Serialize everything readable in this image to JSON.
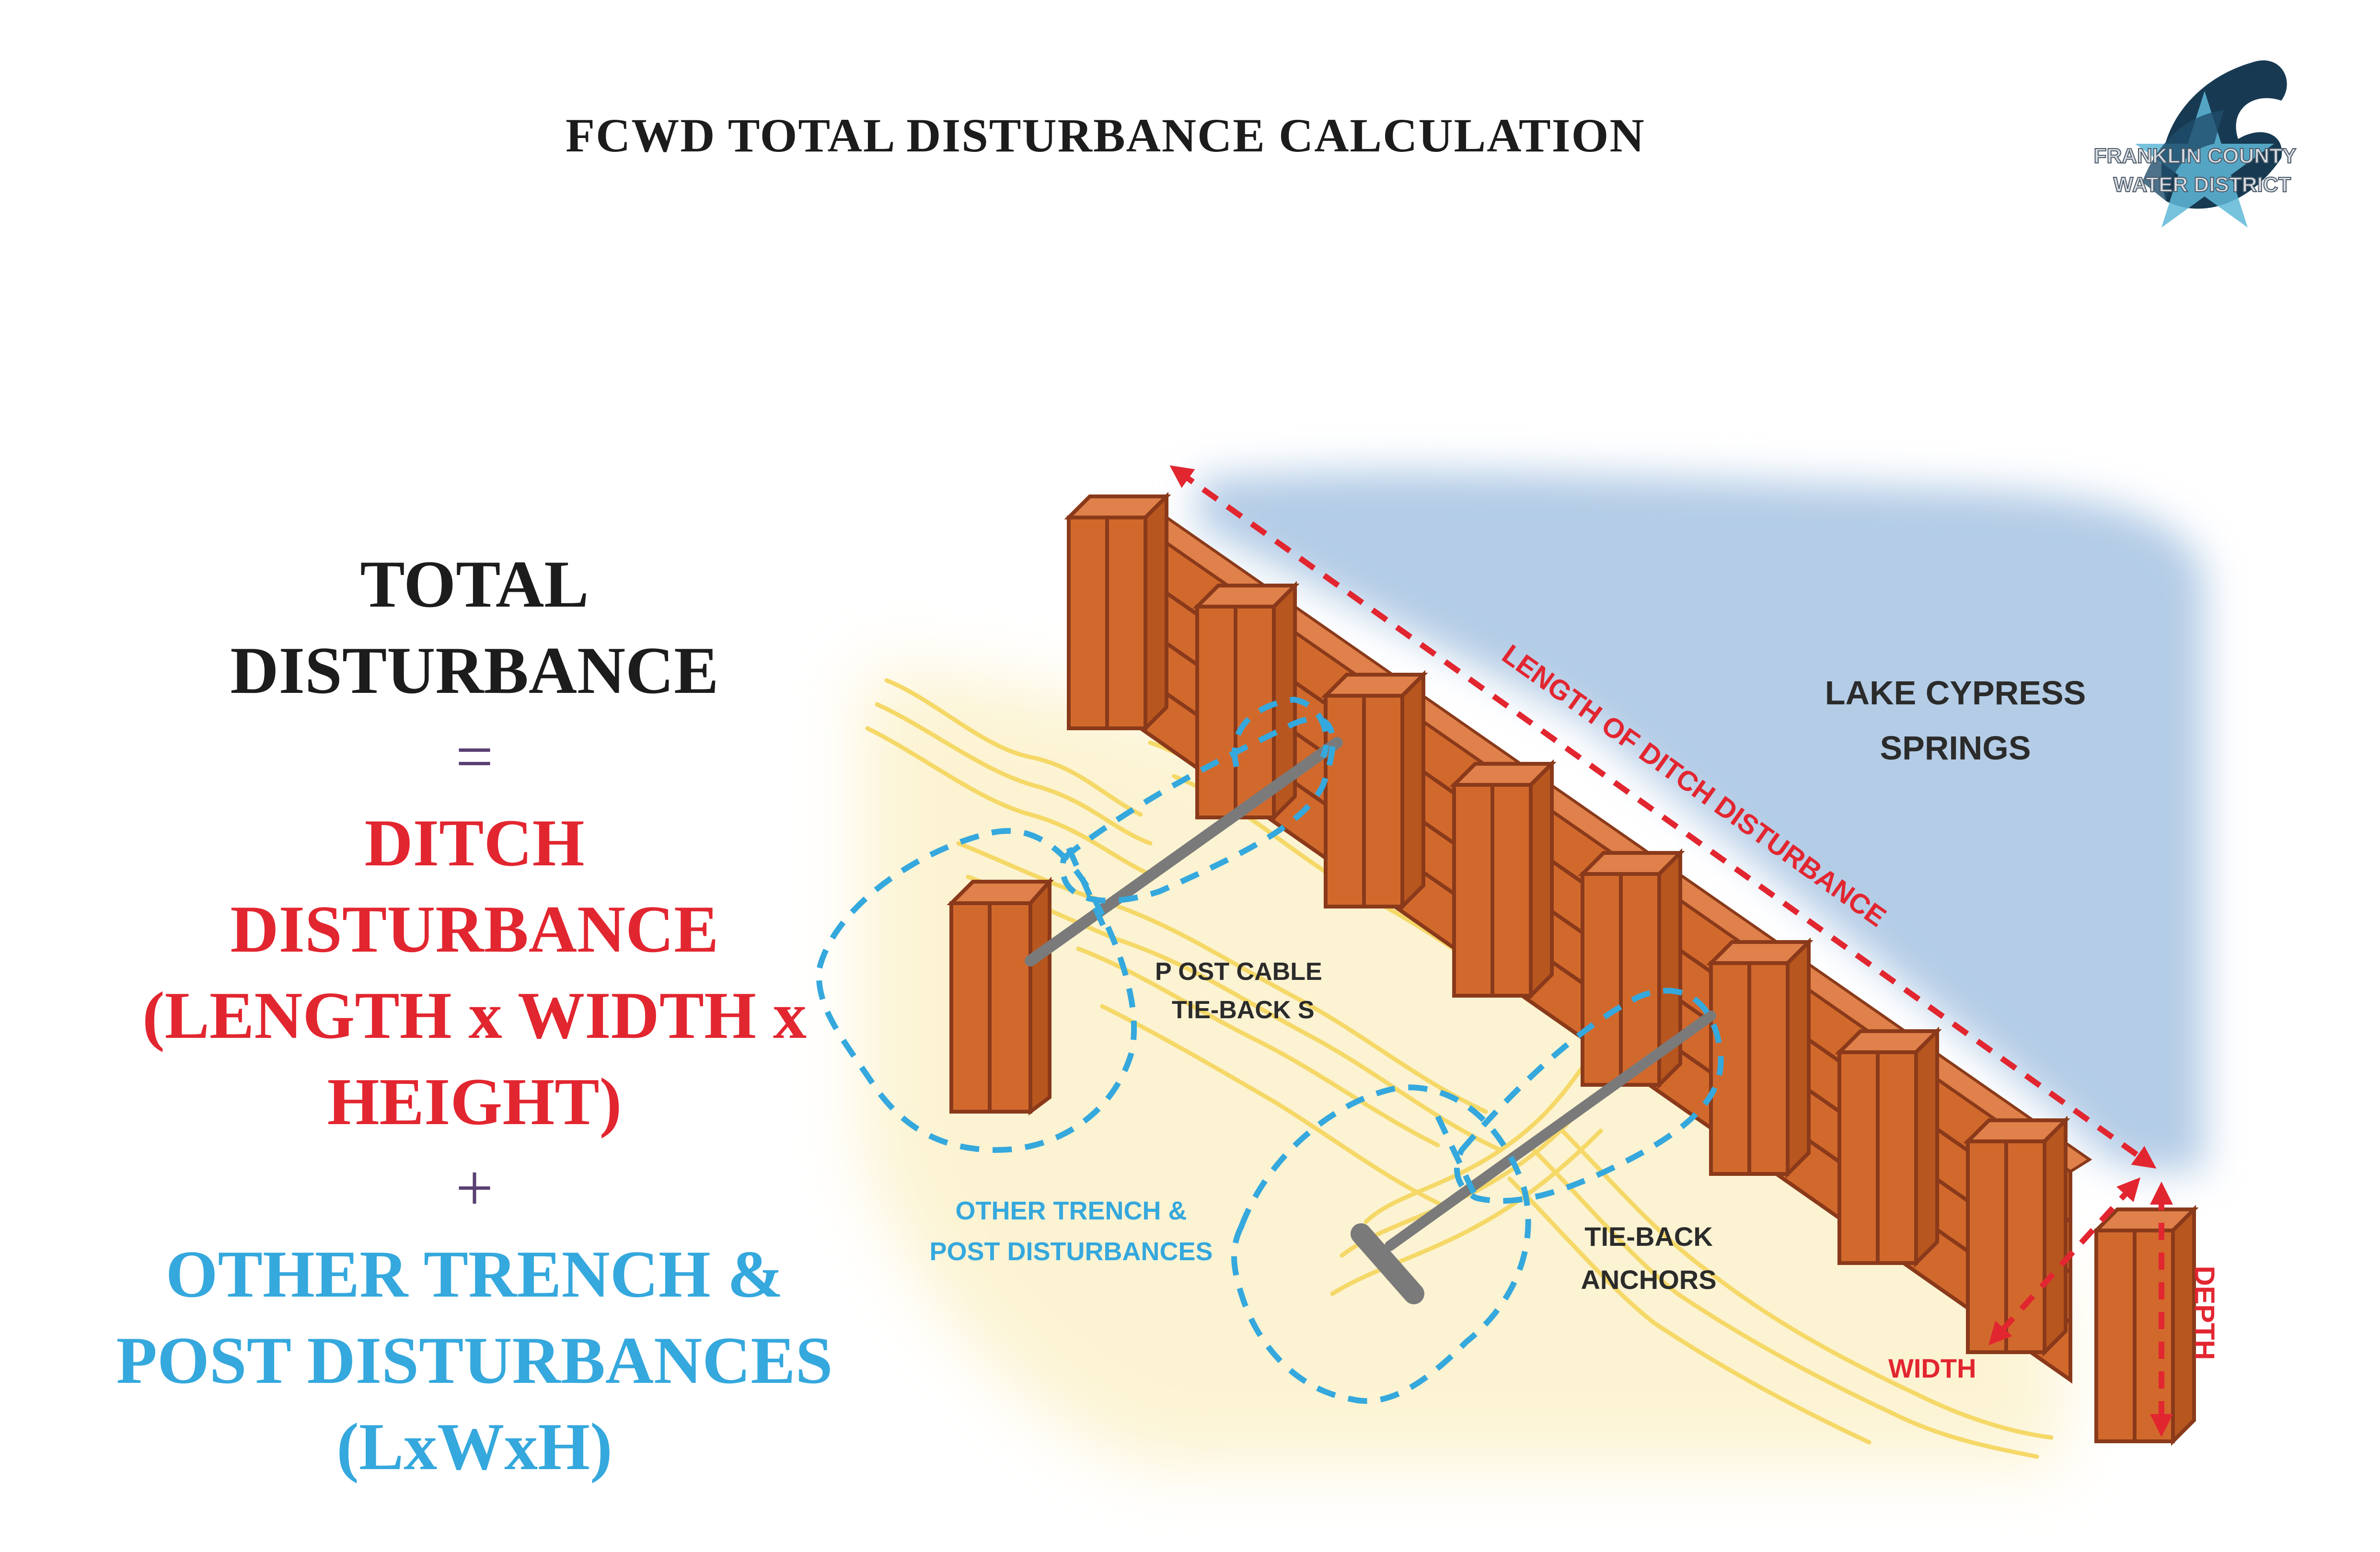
{
  "title": "FCWD TOTAL DISTURBANCE CALCULATION",
  "logo": {
    "line1": "FRANKLIN COUNTY",
    "line2": "WATER DISTRICT"
  },
  "formula": {
    "total_line1": "TOTAL",
    "total_line2": "DISTURBANCE",
    "equals": "=",
    "ditch_line1": "DITCH",
    "ditch_line2": "DISTURBANCE",
    "ditch_line3": "(LENGTH x WIDTH x",
    "ditch_line4": "HEIGHT)",
    "plus": "+",
    "other_line1": "OTHER TRENCH &",
    "other_line2": "POST DISTURBANCES",
    "other_line3": "(LxWxH)"
  },
  "diagram": {
    "lake_line1": "LAKE CYPRESS",
    "lake_line2": "SPRINGS",
    "length_label": "LENGTH OF DITCH DISTURBANCE",
    "post_cable_line1": "P OST CABLE",
    "post_cable_line2": "TIE-BACK S",
    "other_trench_line1": "OTHER TRENCH &",
    "other_trench_line2": "POST DISTURBANCES",
    "anchors_line1": "TIE-BACK",
    "anchors_line2": "ANCHORS",
    "width_label": "WIDTH",
    "depth_label": "DEPTH"
  },
  "colors": {
    "red": "#e22630",
    "blue": "#35a8dd",
    "wood": "#d2692c",
    "wood_edge": "#8a3a1a",
    "lake": "#b4cce6",
    "sand": "#f8e27a",
    "cable": "#7a7a7a"
  }
}
